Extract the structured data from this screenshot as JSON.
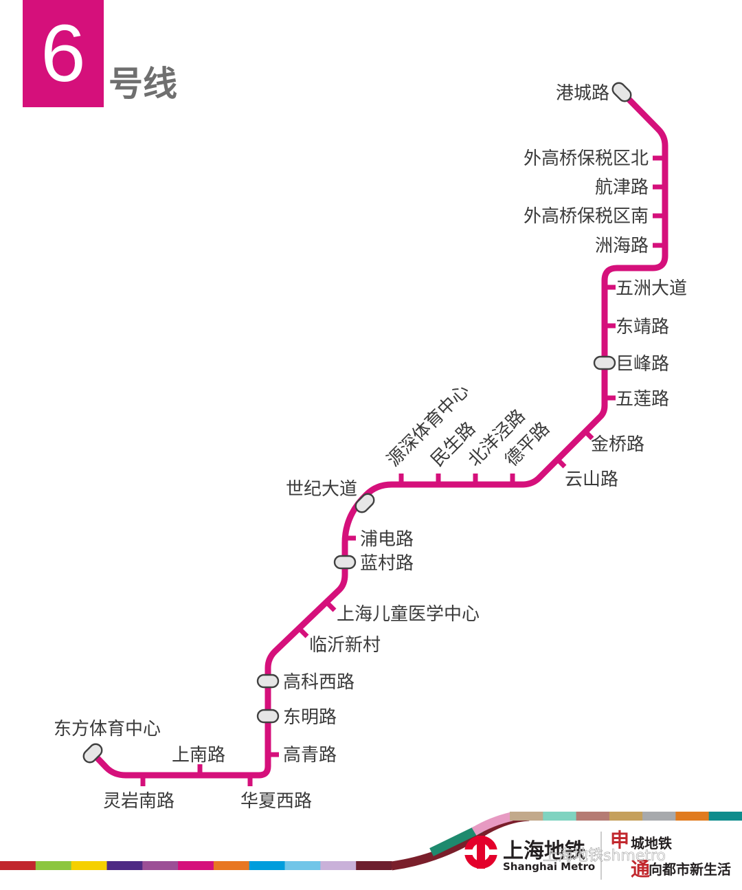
{
  "header": {
    "line_number": "6",
    "line_suffix": "号线"
  },
  "line_color": "#D5107B",
  "stations": [
    {
      "id": "gangchenglu",
      "name": "港城路",
      "interchange": true
    },
    {
      "id": "waigaoqiao-n",
      "name": "外高桥保税区北",
      "interchange": false
    },
    {
      "id": "hangjinlu",
      "name": "航津路",
      "interchange": false
    },
    {
      "id": "waigaoqiao-s",
      "name": "外高桥保税区南",
      "interchange": false
    },
    {
      "id": "zhouhailu",
      "name": "洲海路",
      "interchange": false
    },
    {
      "id": "wuzhoudadao",
      "name": "五洲大道",
      "interchange": false
    },
    {
      "id": "dongjinglu",
      "name": "东靖路",
      "interchange": false
    },
    {
      "id": "jufenglu",
      "name": "巨峰路",
      "interchange": true
    },
    {
      "id": "wulianlu",
      "name": "五莲路",
      "interchange": false
    },
    {
      "id": "jinqiaolu",
      "name": "金桥路",
      "interchange": false
    },
    {
      "id": "yunshanlu",
      "name": "云山路",
      "interchange": false
    },
    {
      "id": "depinglu",
      "name": "德平路",
      "interchange": false
    },
    {
      "id": "beiyangjinglu",
      "name": "北洋泾路",
      "interchange": false
    },
    {
      "id": "minshenglu",
      "name": "民生路",
      "interchange": false
    },
    {
      "id": "yuanshen",
      "name": "源深体育中心",
      "interchange": false
    },
    {
      "id": "shijidadao",
      "name": "世纪大道",
      "interchange": true
    },
    {
      "id": "pudianlu",
      "name": "浦电路",
      "interchange": false
    },
    {
      "id": "lancunlu",
      "name": "蓝村路",
      "interchange": true
    },
    {
      "id": "ertong",
      "name": "上海儿童医学中心",
      "interchange": false
    },
    {
      "id": "linyixincun",
      "name": "临沂新村",
      "interchange": false
    },
    {
      "id": "gaokexilu",
      "name": "高科西路",
      "interchange": true
    },
    {
      "id": "dongminglu",
      "name": "东明路",
      "interchange": true
    },
    {
      "id": "gaoqinglu",
      "name": "高青路",
      "interchange": false
    },
    {
      "id": "huaxiaxilu",
      "name": "华夏西路",
      "interchange": false
    },
    {
      "id": "shangnanlu",
      "name": "上南路",
      "interchange": false
    },
    {
      "id": "lingyannanlu",
      "name": "灵岩南路",
      "interchange": false
    },
    {
      "id": "dongfang",
      "name": "东方体育中心",
      "interchange": true
    }
  ],
  "footer": {
    "logo_cn": "上海地铁",
    "logo_en": "Shanghai Metro",
    "slogan_char1": "申",
    "slogan_line1": "城地铁",
    "slogan_char2": "通",
    "slogan_line2": "向都市新生活",
    "watermark": "上海地铁shmetro",
    "bottom_stripe_colors": [
      "#C1272D",
      "#8CC63F",
      "#F5D000",
      "#4E2A84",
      "#9C4F96",
      "#D5107B",
      "#E87722",
      "#009DDC",
      "#71C5E8",
      "#C9B1D9",
      "#6D1F2E"
    ],
    "top_stripe_colors": [
      "#1E8A6E",
      "#E79AC2",
      "#C2A98B",
      "#7FD3C0",
      "#B57B73",
      "#C5A05C",
      "#A7A9AC",
      "#E07B1F",
      "#0E8C8C"
    ]
  }
}
